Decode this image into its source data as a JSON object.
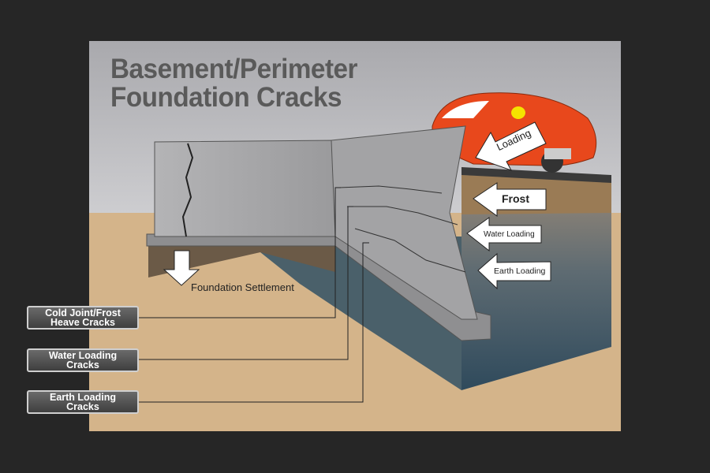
{
  "title": {
    "line1": "Basement/Perimeter",
    "line2": "Foundation Cracks"
  },
  "force_arrows": {
    "loading": "Loading",
    "frost": "Frost",
    "water_loading": "Water Loading",
    "earth_loading": "Earth Loading"
  },
  "settlement_label": "Foundation Settlement",
  "crack_labels": [
    {
      "line1": "Cold Joint/Frost",
      "line2": "Heave Cracks"
    },
    {
      "line1": "Water Loading",
      "line2": "Cracks"
    },
    {
      "line1": "Earth Loading",
      "line2": "Cracks"
    }
  ],
  "colors": {
    "background": "#262626",
    "sky": "#b9b9bc",
    "ground": "#d4b48a",
    "wall": "#a9a9ab",
    "car": "#e8481c",
    "water_soil": "#3a5566"
  }
}
